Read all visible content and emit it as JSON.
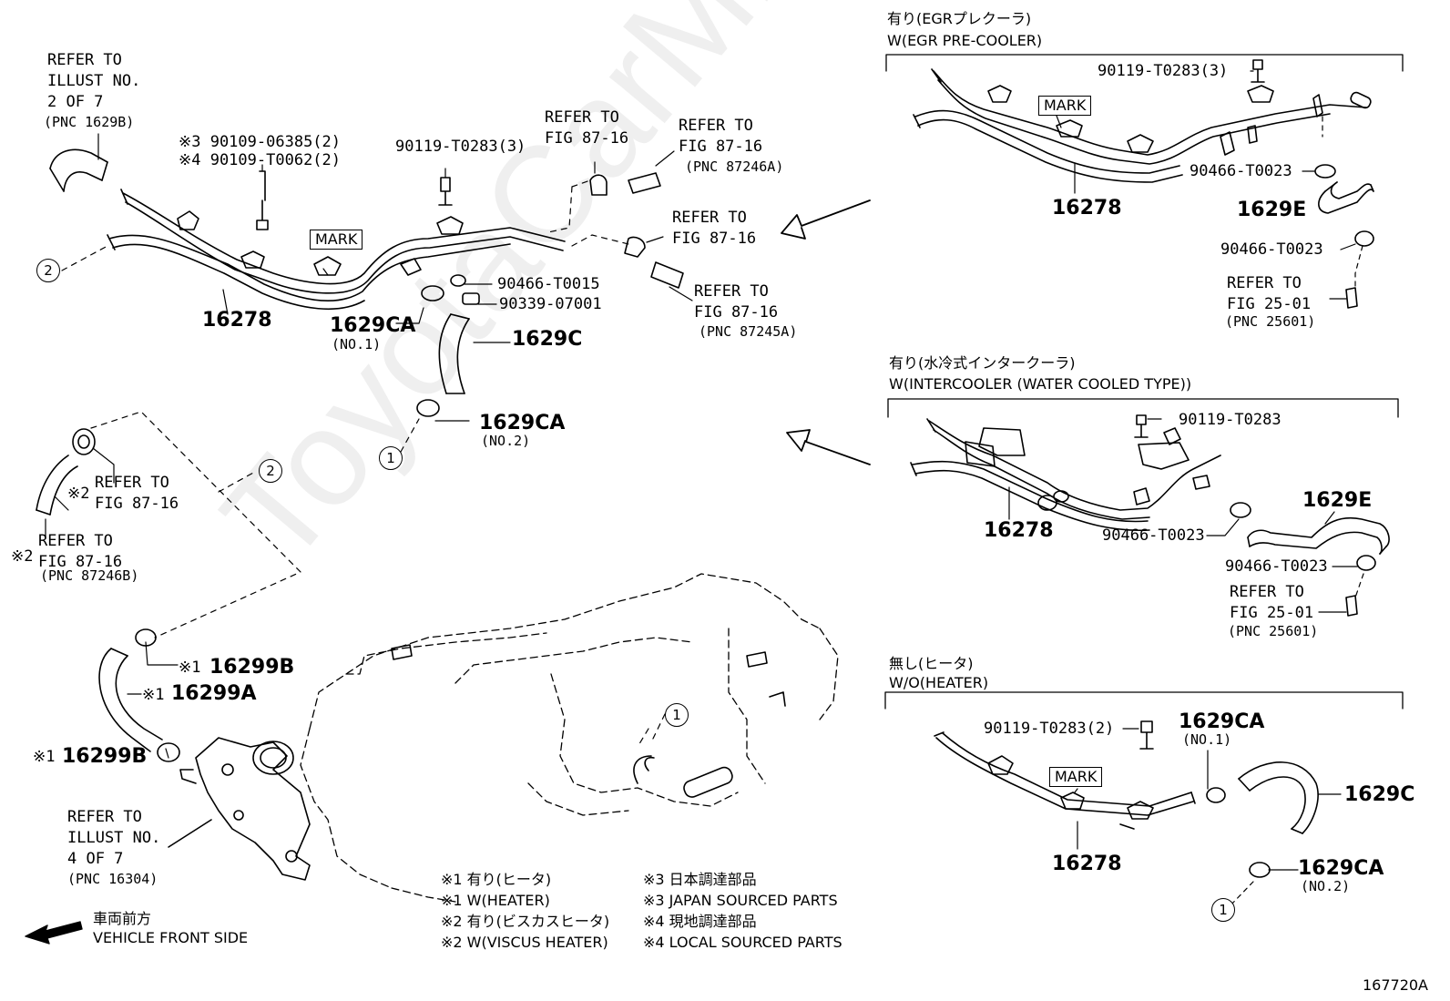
{
  "watermark": "ToyotaCarMine.ru",
  "figure_id": "167720A",
  "main": {
    "ref_illust2": "REFER TO\nILLUST NO.\n2 OF 7",
    "ref_illust2_pnc": "(PNC 1629B)",
    "bolt_note_3": "※3 90109-06385(2)",
    "bolt_note_4": "※4 90109-T0062(2)",
    "bolt_top": "90119-T0283(3)",
    "ref_fig_a": "REFER TO\nFIG 87-16",
    "ref_fig_b": "REFER TO\nFIG 87-16",
    "ref_fig_b_pnc": "(PNC 87246A)",
    "ref_fig_c": "REFER TO\nFIG 87-16",
    "ref_fig_d": "REFER TO\nFIG 87-16",
    "ref_fig_d_pnc": "(PNC 87245A)",
    "clip_label": "90466-T0015",
    "plug_label": "90339-07001",
    "mark": "MARK",
    "pipe": "16278",
    "hose": "1629C",
    "clamp_no1": "1629CA",
    "clamp_no1_sub": "(NO.1)",
    "clamp_no2": "1629CA",
    "clamp_no2_sub": "(NO.2)",
    "circle_1": "1",
    "circle_2": "2"
  },
  "left": {
    "ref_a": "REFER TO\nFIG 87-16",
    "ref_a_mark": "※2",
    "ref_b": "REFER TO\nFIG 87-16",
    "ref_b_mark": "※2",
    "ref_b_pnc": "(PNC 87246B)",
    "circle_2": "2",
    "part_16299B_top": "16299B",
    "part_16299A": "16299A",
    "part_16299B_bottom": "16299B",
    "mark_1": "※1",
    "ref_illust4": "REFER TO\nILLUST NO.\n4 OF 7",
    "ref_illust4_pnc": "(PNC 16304)",
    "engine_circle_1": "1"
  },
  "front": {
    "jp": "車両前方",
    "en": "VEHICLE FRONT SIDE"
  },
  "legend": {
    "left": [
      "※1 有り(ヒータ)",
      "※1 W(HEATER)",
      "※2 有り(ビスカスヒータ)",
      "※2 W(VISCUS HEATER)"
    ],
    "right": [
      "※3 日本調達部品",
      "※3 JAPAN SOURCED PARTS",
      "※4 現地調達部品",
      "※4 LOCAL SOURCED PARTS"
    ]
  },
  "panel_egr": {
    "title_jp": "有り(EGRプレクーラ)",
    "title_en": "W(EGR PRE-COOLER)",
    "bolt": "90119-T0283(3)",
    "mark": "MARK",
    "clip_upper": "90466-T0023",
    "hose": "1629E",
    "clip_lower": "90466-T0023",
    "pipe": "16278",
    "ref": "REFER TO\nFIG 25-01",
    "ref_pnc": "(PNC 25601)"
  },
  "panel_intercooler": {
    "title_jp": "有り(水冷式インタークーラ)",
    "title_en": "W(INTERCOOLER (WATER COOLED TYPE))",
    "bolt": "90119-T0283",
    "pipe": "16278",
    "clip_a": "90466-T0023",
    "hose": "1629E",
    "clip_b": "90466-T0023",
    "ref": "REFER TO\nFIG 25-01",
    "ref_pnc": "(PNC 25601)"
  },
  "panel_noheater": {
    "title_jp": "無し(ヒータ)",
    "title_en": "W/O(HEATER)",
    "bolt": "90119-T0283(2)",
    "clamp_no1": "1629CA",
    "clamp_no1_sub": "(NO.1)",
    "mark": "MARK",
    "hose": "1629C",
    "pipe": "16278",
    "clamp_no2": "1629CA",
    "clamp_no2_sub": "(NO.2)",
    "circle_1": "1"
  }
}
